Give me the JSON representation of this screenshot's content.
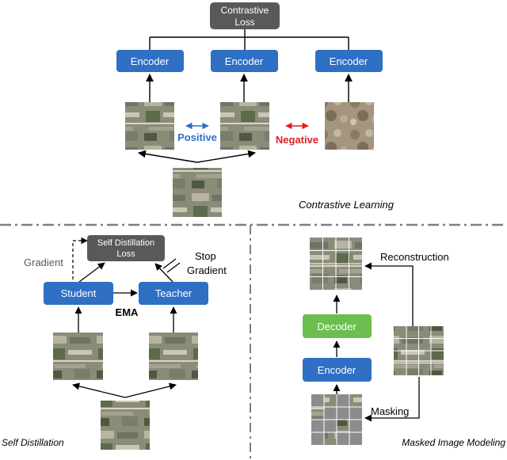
{
  "top": {
    "loss_label": [
      "Contrastive",
      "Loss"
    ],
    "encoder_label": "Encoder",
    "positive_label": "Positive",
    "negative_label": "Negative",
    "section_title": "Contrastive Learning"
  },
  "self_distillation": {
    "loss_label": [
      "Self Distillation",
      "Loss"
    ],
    "gradient_label": "Gradient",
    "stop_gradient_label": [
      "Stop",
      "Gradient"
    ],
    "student_label": "Student",
    "teacher_label": "Teacher",
    "ema_label": "EMA",
    "section_title": "Self Distillation"
  },
  "mim": {
    "reconstruction_label": "Reconstruction",
    "decoder_label": "Decoder",
    "encoder_label": "Encoder",
    "masking_label": "Masking",
    "section_title": "Masked Image Modeling"
  },
  "colors": {
    "encoder_blue": "#2f6fc4",
    "loss_gray": "#595959",
    "decoder_green": "#6cbf4e",
    "positive_blue": "#2f6fc4",
    "negative_red": "#e02020",
    "divider": "#7f7f7f"
  }
}
